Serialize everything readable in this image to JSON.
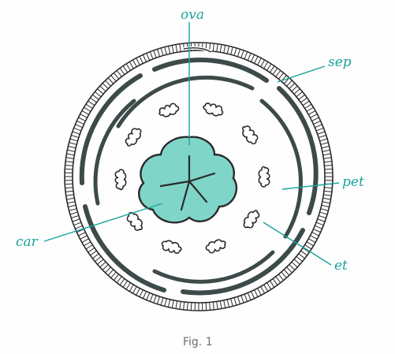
{
  "colors": {
    "label": "#1aa39a",
    "leader": "#1aa39a",
    "carpel_fill": "#7fd6c8",
    "outline": "#2a2a2a",
    "petal": "#3d4a4a",
    "caption": "#6e6e6e"
  },
  "labels": {
    "ova": "ova",
    "sep": "sep",
    "pet": "pet",
    "car": "car",
    "et": "et"
  },
  "caption": "Fig. 1",
  "stamen_count": 10,
  "carpel_count": 5
}
